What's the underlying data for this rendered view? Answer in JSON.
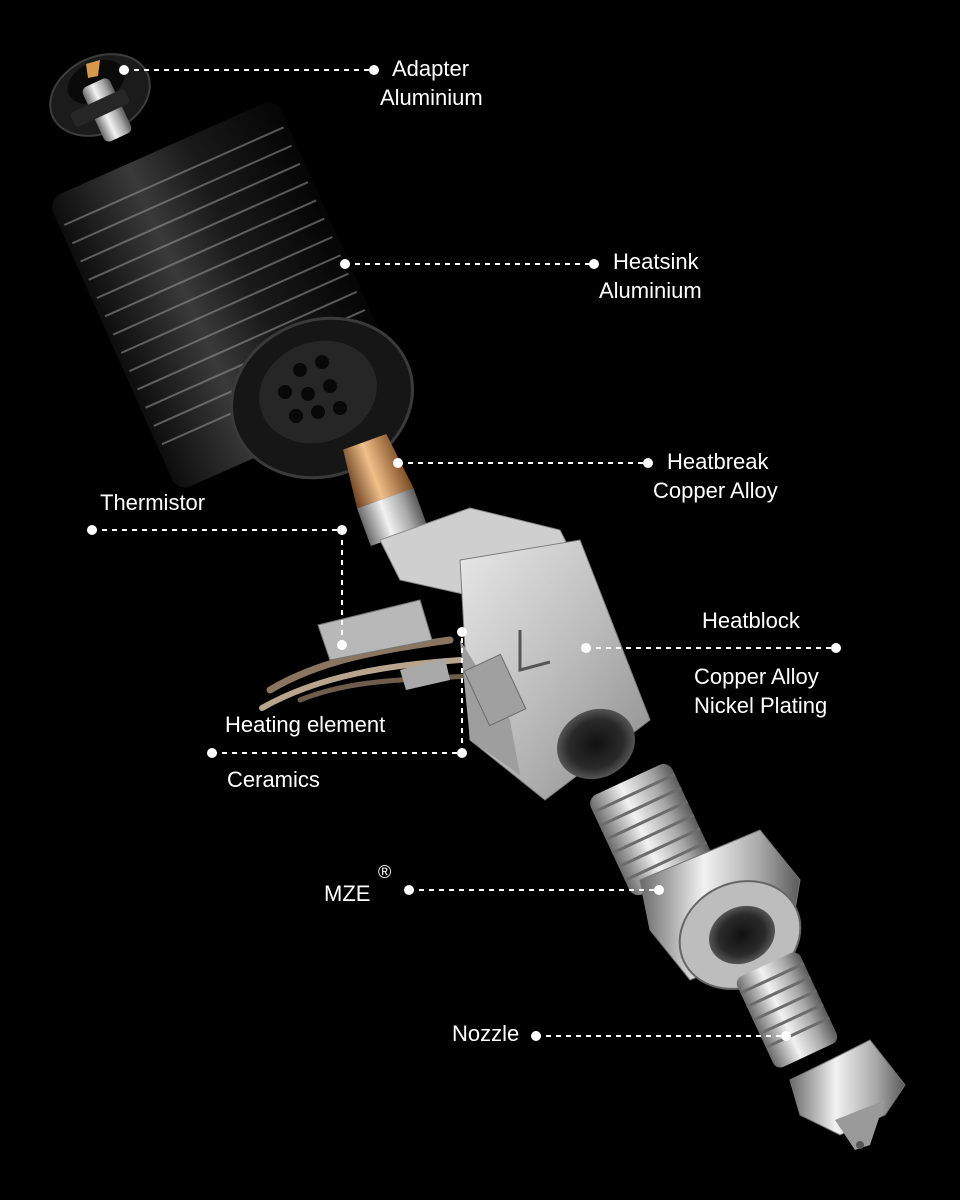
{
  "colors": {
    "background": "#000000",
    "text": "#ffffff",
    "leader": "#ffffff"
  },
  "labels": {
    "adapter": {
      "line1": "Adapter",
      "line2": "Aluminium"
    },
    "heatsink": {
      "line1": "Heatsink",
      "line2": "Aluminium"
    },
    "heatbreak": {
      "line1": "Heatbreak",
      "line2": "Copper Alloy"
    },
    "thermistor": {
      "line1": "Thermistor"
    },
    "heatblock": {
      "line1": "Heatblock",
      "line2": "Copper Alloy",
      "line3": "Nickel Plating"
    },
    "heating_element": {
      "line1": "Heating element",
      "line2": "Ceramics"
    },
    "mze": {
      "line1": "MZE",
      "mark": "®"
    },
    "nozzle": {
      "line1": "Nozzle"
    }
  }
}
